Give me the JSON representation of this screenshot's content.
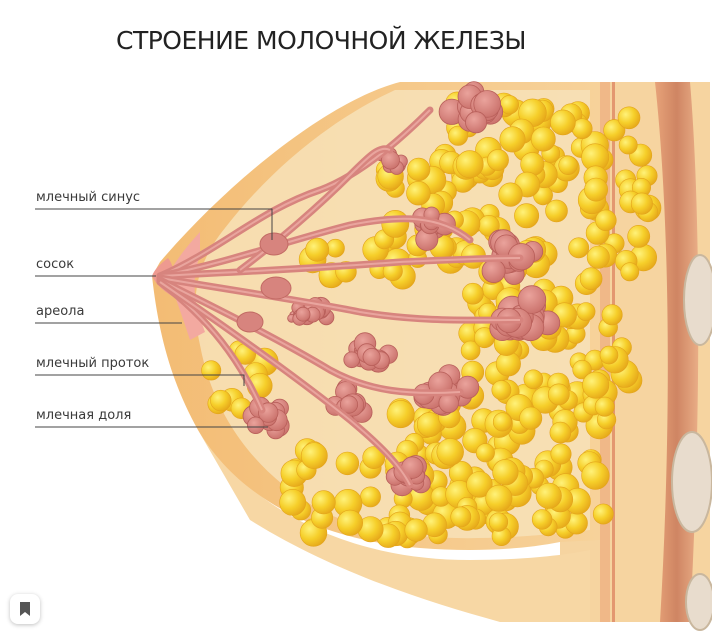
{
  "title": "СТРОЕНИЕ МОЛОЧНОЙ ЖЕЛЕЗЫ",
  "labels": [
    {
      "key": "sinus",
      "text": "млечный синус"
    },
    {
      "key": "nipple",
      "text": "сосок"
    },
    {
      "key": "areola",
      "text": "ареола"
    },
    {
      "key": "duct",
      "text": "млечный проток"
    },
    {
      "key": "lobe",
      "text": "млечная доля"
    }
  ],
  "colors": {
    "skin": "#f5c98c",
    "skin_edge": "#eeb46c",
    "fat": "#f6cf2a",
    "lobe": "#d9857f",
    "duct": "#d7847e",
    "muscle": "#c97f5a",
    "areola": "#f3a9a0"
  },
  "icons": {
    "bookmark": "bookmark-icon"
  }
}
